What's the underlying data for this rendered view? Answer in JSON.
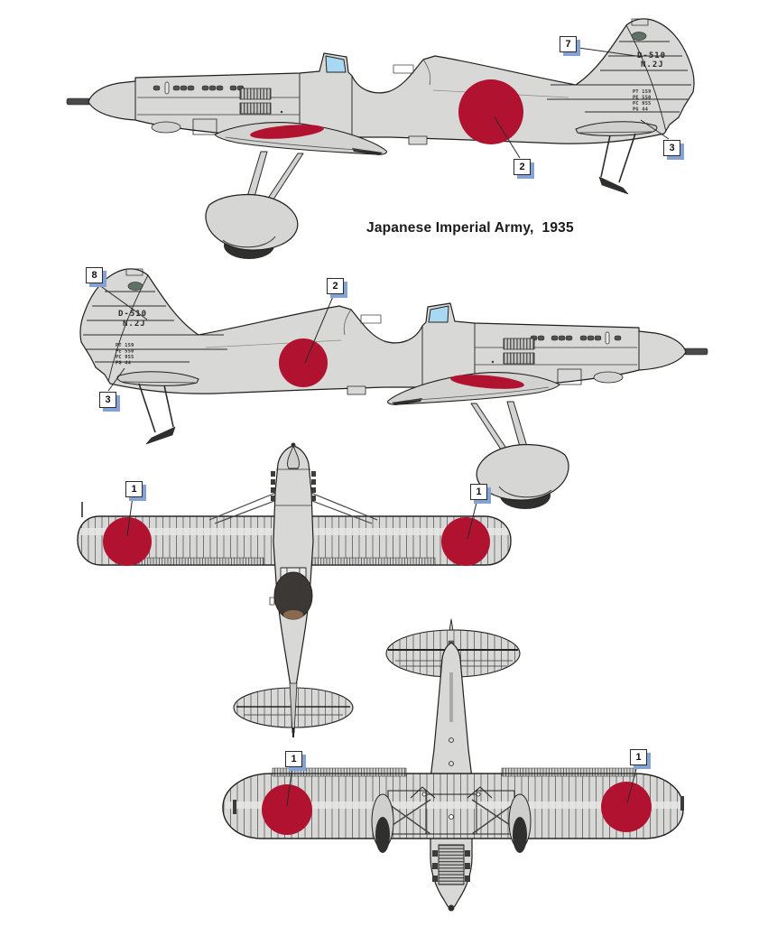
{
  "title": "Japanese Imperial Army,  1935",
  "aircraft": {
    "tail_code_line1": "D-510",
    "tail_code_line2": "N.2J",
    "stencil_lines": [
      "PT 159",
      "PE 550",
      "PC 955",
      "PG 44"
    ]
  },
  "callouts": {
    "side_top_tail_code": "7",
    "side_top_stencil": "3",
    "side_top_hinomaru": "2",
    "side_bottom_tail_code": "8",
    "side_bottom_hinomaru": "2",
    "side_bottom_stencil": "3",
    "plan_left_roundel": "1",
    "plan_right_roundel": "1",
    "bottom_left_roundel": "1",
    "bottom_right_roundel": "1"
  },
  "colors": {
    "airframe_gray": "#d8d8d6",
    "outline": "#1f1f1f",
    "hinomaru_red": "#b0122f",
    "canopy_blue": "#a9d9f2",
    "callout_shadow_blue": "#84a2d4",
    "wheel_dark": "#2f2f2d"
  }
}
